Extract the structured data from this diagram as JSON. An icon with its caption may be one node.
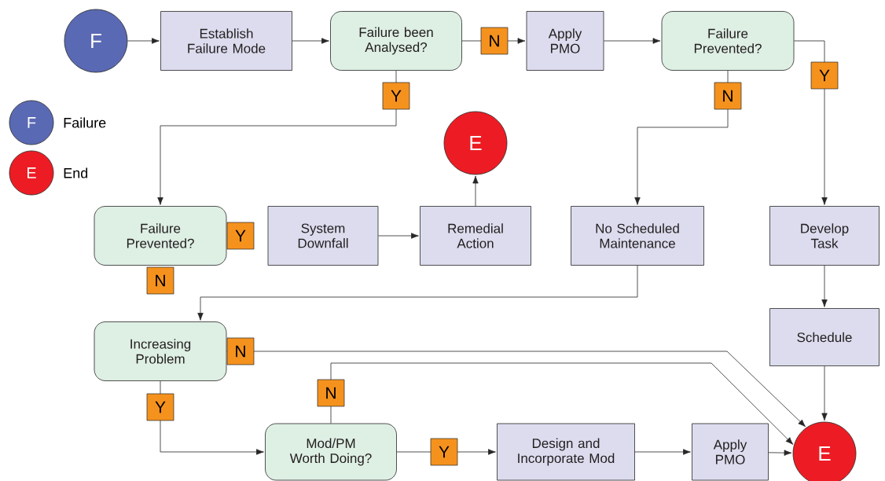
{
  "diagram": {
    "nodes": [
      {
        "text": [
          "F"
        ]
      },
      {
        "text": [
          "Establish Failure Mode"
        ]
      },
      {
        "text": [
          "Failure been Analysed?"
        ]
      },
      {
        "text": [
          "Apply PMO"
        ]
      },
      {
        "text": [
          "Failure Prevented?"
        ]
      },
      {
        "text": [
          "F"
        ],
        "beside": [
          "Failure"
        ]
      },
      {
        "text": [
          "E"
        ],
        "beside": [
          "End"
        ]
      },
      {
        "text": [
          "E"
        ]
      },
      {
        "text": [
          "Failure Prevented?"
        ]
      },
      {
        "text": [
          "System Downfall"
        ]
      },
      {
        "text": [
          "Remedial Action"
        ]
      },
      {
        "text": [
          "No Scheduled Maintenance"
        ]
      },
      {
        "text": [
          "Develop Task"
        ]
      },
      {
        "text": [
          "Increasing Problem"
        ]
      },
      {
        "text": [
          "Schedule"
        ]
      },
      {
        "text": [
          "Mod/PM Worth Doing?"
        ]
      },
      {
        "text": [
          "Design and Incorporate Mod"
        ]
      },
      {
        "text": [
          "Apply PMO"
        ]
      },
      {
        "text": [
          "E"
        ]
      }
    ],
    "edges": [
      {
        "from": 0,
        "to": 1,
        "arrow": "to"
      },
      {
        "from": 1,
        "to": 2,
        "arrow": "to"
      },
      {
        "from": 2,
        "to": 3,
        "arrow": "to",
        "label": "N"
      },
      {
        "from": 3,
        "to": 4,
        "arrow": "to"
      },
      {
        "from": 2,
        "to": 8,
        "arrow": "to",
        "label": "Y"
      },
      {
        "from": 4,
        "to": 12,
        "arrow": "to",
        "label": "Y"
      },
      {
        "from": 4,
        "to": 11,
        "arrow": "to",
        "label": "N"
      },
      {
        "from": 9,
        "to": 10,
        "arrow": "to"
      },
      {
        "from": 10,
        "to": 7,
        "arrow": "to"
      },
      {
        "from": 11,
        "to": 13,
        "arrow": "to"
      },
      {
        "from": 12,
        "to": 14,
        "arrow": "to"
      },
      {
        "from": 14,
        "to": 18,
        "arrow": "to"
      },
      {
        "from": 13,
        "to": 18,
        "arrow": "to",
        "label": "N"
      },
      {
        "from": 15,
        "to": 18,
        "arrow": "to",
        "label": "N"
      },
      {
        "from": 13,
        "to": 15,
        "arrow": "to",
        "label": "Y"
      },
      {
        "from": 15,
        "to": 16,
        "arrow": "to",
        "label": "Y"
      },
      {
        "from": 16,
        "to": 17,
        "arrow": "to"
      },
      {
        "from": 17,
        "to": 18,
        "arrow": "to"
      }
    ],
    "labels": [
      "Y",
      "N"
    ]
  }
}
